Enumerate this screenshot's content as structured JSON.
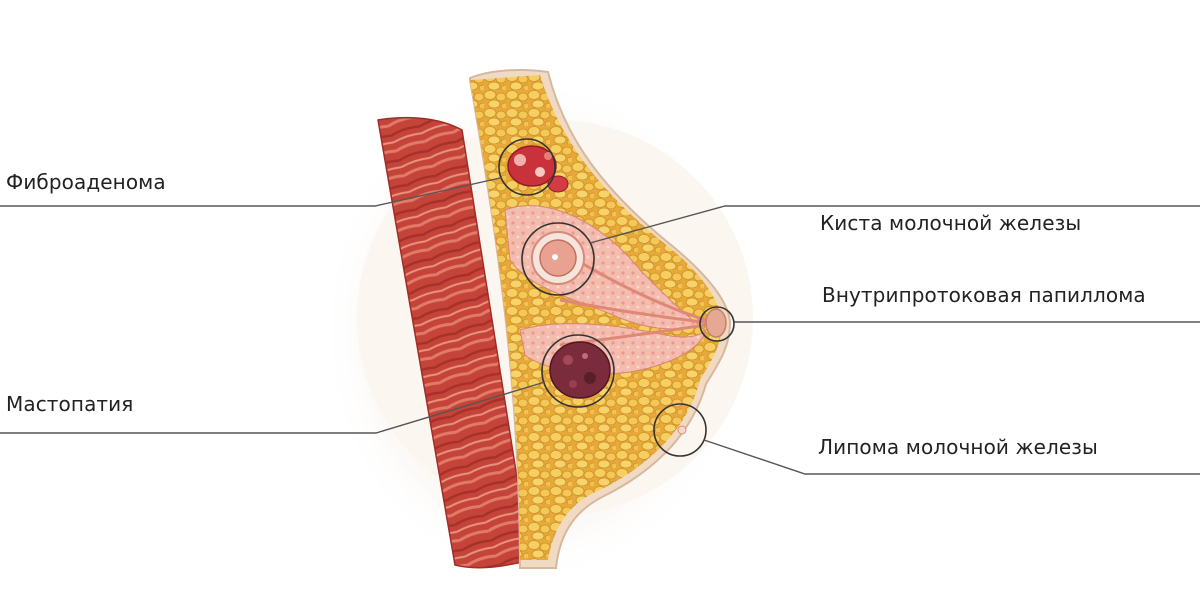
{
  "labels": {
    "fibroadenoma": "Фиброаденома",
    "cyst": "Киста молочной железы",
    "papilloma": "Внутрипротоковая папиллома",
    "mastopathy": "Мастопатия",
    "lipoma": "Липома молочной железы"
  },
  "colors": {
    "leader_line": "#555555",
    "circle_marker": "#333333",
    "fat_tissue": "#eab342",
    "muscle": "#c8433a",
    "skin": "#f3ddc6",
    "glandular": "#f2b6aa",
    "lesion_dark": "#7a2c3c"
  }
}
